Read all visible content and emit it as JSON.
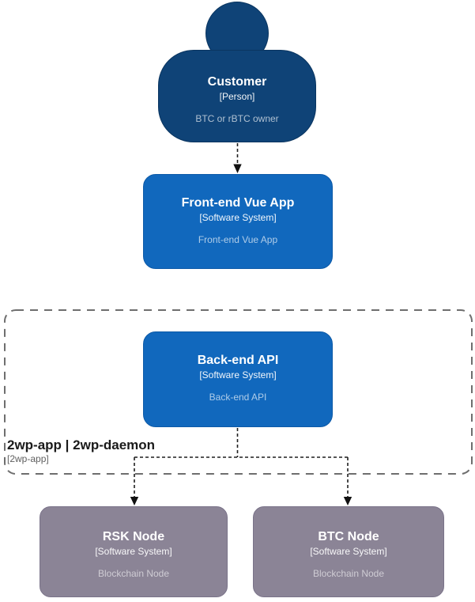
{
  "diagram": {
    "type": "c4-system-context",
    "colors": {
      "person_fill": "#0f4377",
      "software_system_fill": "#1168bd",
      "external_node_fill": "#8b8496",
      "connector": "#1f1f1f",
      "boundary_border": "#6e6e6e"
    },
    "nodes": {
      "customer": {
        "title": "Customer",
        "subtitle": "[Person]",
        "description": "BTC or rBTC owner"
      },
      "frontend": {
        "title": "Front-end Vue App",
        "subtitle": "[Software System]",
        "description": "Front-end Vue App"
      },
      "backend": {
        "title": "Back-end API",
        "subtitle": "[Software System]",
        "description": "Back-end API"
      },
      "rsk_node": {
        "title": "RSK Node",
        "subtitle": "[Software System]",
        "description": "Blockchain Node"
      },
      "btc_node": {
        "title": "BTC Node",
        "subtitle": "[Software System]",
        "description": "Blockchain Node"
      }
    },
    "boundary": {
      "title": "2wp-app | 2wp-daemon",
      "subtitle": "[2wp-app]"
    },
    "relationships": [
      {
        "from": "customer",
        "to": "frontend",
        "style": "dashed-arrow"
      },
      {
        "from": "backend",
        "to": "rsk_node",
        "style": "dashed-arrow"
      },
      {
        "from": "backend",
        "to": "btc_node",
        "style": "dashed-arrow"
      }
    ]
  }
}
